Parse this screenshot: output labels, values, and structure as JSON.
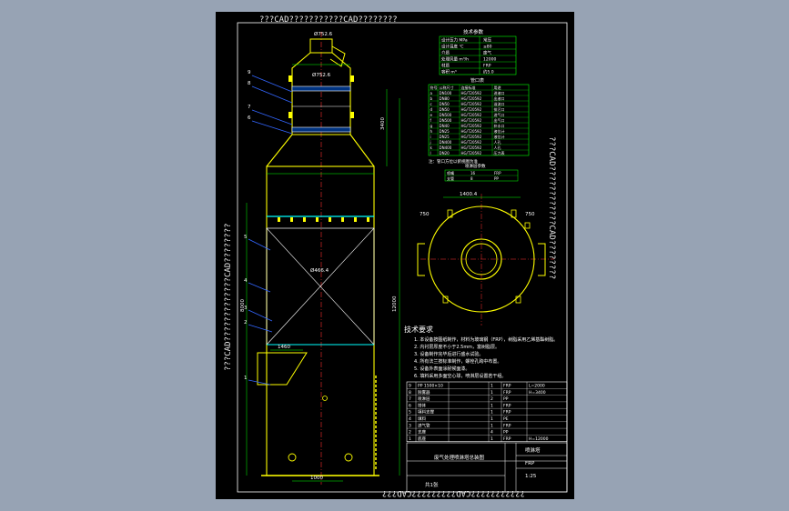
{
  "watermark": {
    "top": "???CAD???????????CAD????????",
    "left": "???CAD?????????????CAD????????",
    "right": "???CAD????????????CAD????????",
    "bottom": "???????????CAD?????????CAD???"
  },
  "drawing": {
    "dims": {
      "top_diameter": "Ø752.6",
      "upper_diameter": "Ø752.6",
      "main_diameter": "Ø466.4",
      "width_left": "1460",
      "width_bottom": "1000",
      "nozzle_span": "1400",
      "height_total": "12000",
      "height_mid": "8000",
      "height_upper": "3400",
      "plan_diameter": "1400.4",
      "side_1": "750",
      "side_2": "750"
    },
    "part_numbers": [
      "9",
      "8",
      "7",
      "6",
      "5",
      "4",
      "3",
      "2",
      "1"
    ]
  },
  "tech_table": {
    "title": "技术参数",
    "rows": [
      [
        "设计压力 MPa",
        "常压"
      ],
      [
        "设计温度 ℃",
        "≤80"
      ],
      [
        "介质",
        "废气"
      ],
      [
        "处理风量 m³/h",
        "12000"
      ],
      [
        "材质",
        "FRP"
      ],
      [
        "容积 m³",
        "约5.0"
      ]
    ]
  },
  "nozzle_table": {
    "title": "管口表",
    "headers": [
      "符号",
      "公称尺寸",
      "连接标准",
      "用途"
    ],
    "rows": [
      [
        "a",
        "DN100",
        "HG/T20592",
        "进液口"
      ],
      [
        "b",
        "DN80",
        "HG/T20592",
        "出液口"
      ],
      [
        "c",
        "DN50",
        "HG/T20592",
        "溢流口"
      ],
      [
        "d",
        "DN50",
        "HG/T20592",
        "排污口"
      ],
      [
        "e",
        "DN500",
        "HG/T20592",
        "进气口"
      ],
      [
        "f",
        "DN500",
        "HG/T20592",
        "出气口"
      ],
      [
        "g",
        "DN40",
        "HG/T20592",
        "补水口"
      ],
      [
        "h",
        "DN25",
        "HG/T20592",
        "液位计"
      ],
      [
        "i",
        "DN25",
        "HG/T20592",
        "液位计"
      ],
      [
        "j",
        "DN400",
        "HG/T20592",
        "人孔"
      ],
      [
        "k",
        "DN400",
        "HG/T20592",
        "人孔"
      ],
      [
        "l",
        "DN20",
        "HG/T20592",
        "压力表"
      ]
    ],
    "note": "注：管口方位以俯视图为准"
  },
  "small_table": {
    "title": "喷淋层参数",
    "rows": [
      [
        "喷嘴",
        "16",
        "FRP"
      ],
      [
        "支管",
        "8",
        "PP"
      ]
    ]
  },
  "notes": {
    "title": "技术要求",
    "lines": [
      "1. 本设备按图纸制作，材料为玻璃钢（FRP），树脂采用乙烯基酯树脂。",
      "2. 内衬层厚度不小于2.5mm，富树脂层。",
      "3. 设备制作完毕后进行盛水试验。",
      "4. 所有法兰按标准制作，螺栓孔跨中布置。",
      "5. 设备外表面涂耐候面漆。",
      "6. 填料采用多面空心球，喷淋层设置若干组。"
    ]
  },
  "parts_list": {
    "rows": [
      [
        "9",
        "PP 1500×10",
        "1",
        "FRP",
        "L=2000"
      ],
      [
        "8",
        "除雾器",
        "1",
        "FRP",
        "H=3400"
      ],
      [
        "7",
        "喷淋层",
        "2",
        "PP",
        ""
      ],
      [
        "6",
        "塔体",
        "1",
        "FRP",
        ""
      ],
      [
        "5",
        "填料支撑",
        "1",
        "FRP",
        ""
      ],
      [
        "4",
        "填料",
        "1",
        "PE",
        ""
      ],
      [
        "3",
        "进气管",
        "1",
        "FRP",
        ""
      ],
      [
        "2",
        "支座",
        "4",
        "PP",
        ""
      ],
      [
        "1",
        "底座",
        "1",
        "FRP",
        "H=12000"
      ]
    ]
  },
  "title_block": {
    "drawing_name": "喷淋塔",
    "description": "废气处理喷淋塔总装图",
    "scale": "1:25",
    "sheet": "共1张",
    "material": "FRP"
  }
}
